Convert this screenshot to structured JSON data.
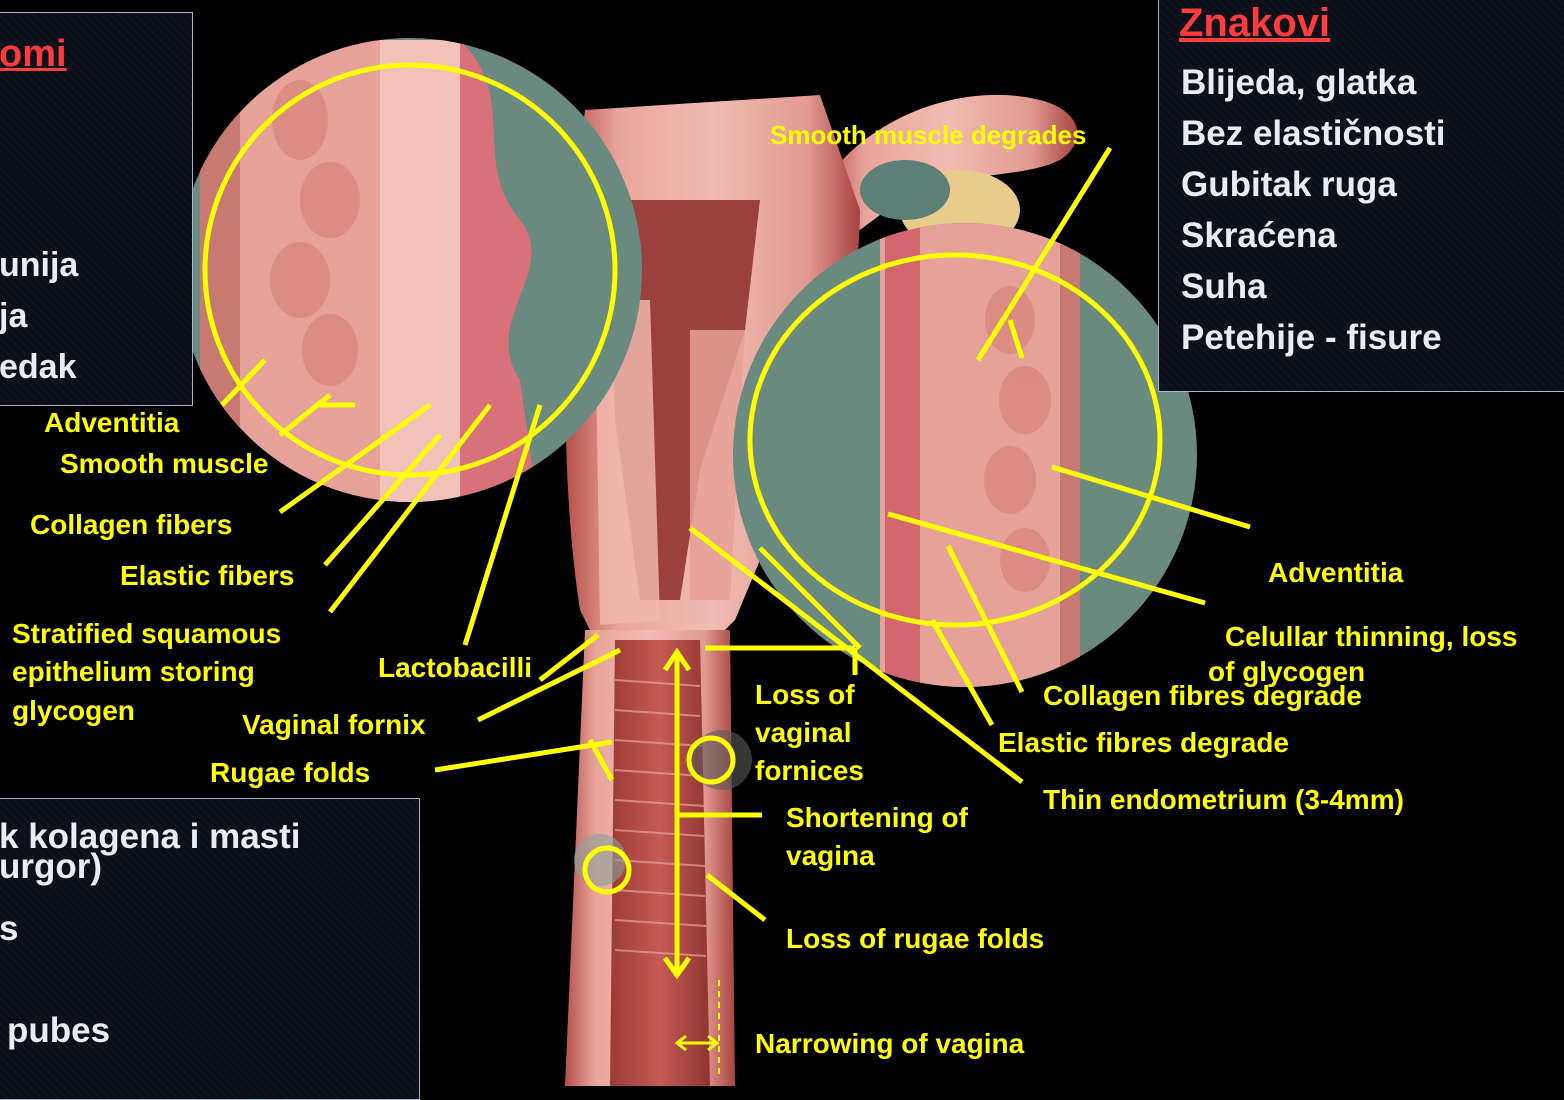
{
  "left_box": {
    "heading": "omi",
    "lines": [
      "unija",
      "ja",
      "edak"
    ]
  },
  "right_box": {
    "heading": "Znakovi",
    "lines": [
      "Blijeda, glatka",
      "Bez elastičnosti",
      "Gubitak ruga",
      "Skraćena",
      "Suha",
      "Petehije - fisure"
    ]
  },
  "bottom_box": {
    "lines": [
      "k kolagena i masti",
      "urgor)",
      "s",
      "pubes"
    ]
  },
  "labels": {
    "adventitia_left": "Adventitia",
    "smooth_muscle": "Smooth muscle",
    "collagen_fibers": "Collagen fibers",
    "elastic_fibers": "Elastic fibers",
    "stratified_1": "Stratified squamous",
    "stratified_2": "epithelium storing",
    "stratified_3": "glycogen",
    "lactobacilli": "Lactobacilli",
    "vaginal_fornix": "Vaginal fornix",
    "rugae_folds": "Rugae folds",
    "loss_fornices_1": "Loss of",
    "loss_fornices_2": "vaginal",
    "loss_fornices_3": "fornices",
    "shortening_1": "Shortening of",
    "shortening_2": "vagina",
    "loss_rugae": "Loss of rugae folds",
    "narrowing": "Narrowing of vagina",
    "smooth_muscle_degrades": "Smooth muscle degrades",
    "adventitia_right": "Adventitia",
    "cellular_thinning_1": "Celullar thinning, loss",
    "cellular_thinning_2": "of glycogen",
    "collagen_degrade": "Collagen fibres degrade",
    "elastic_degrade": "Elastic fibres degrade",
    "thin_endometrium": "Thin endometrium (3-4mm)"
  },
  "colors": {
    "annotation": "#ffff00",
    "heading_red": "#ff3b3b",
    "tissue_pink": "#e39a96",
    "tissue_dark": "#c2554f",
    "tissue_light": "#f3c1b6",
    "circle_bg": "#6b8a80"
  }
}
